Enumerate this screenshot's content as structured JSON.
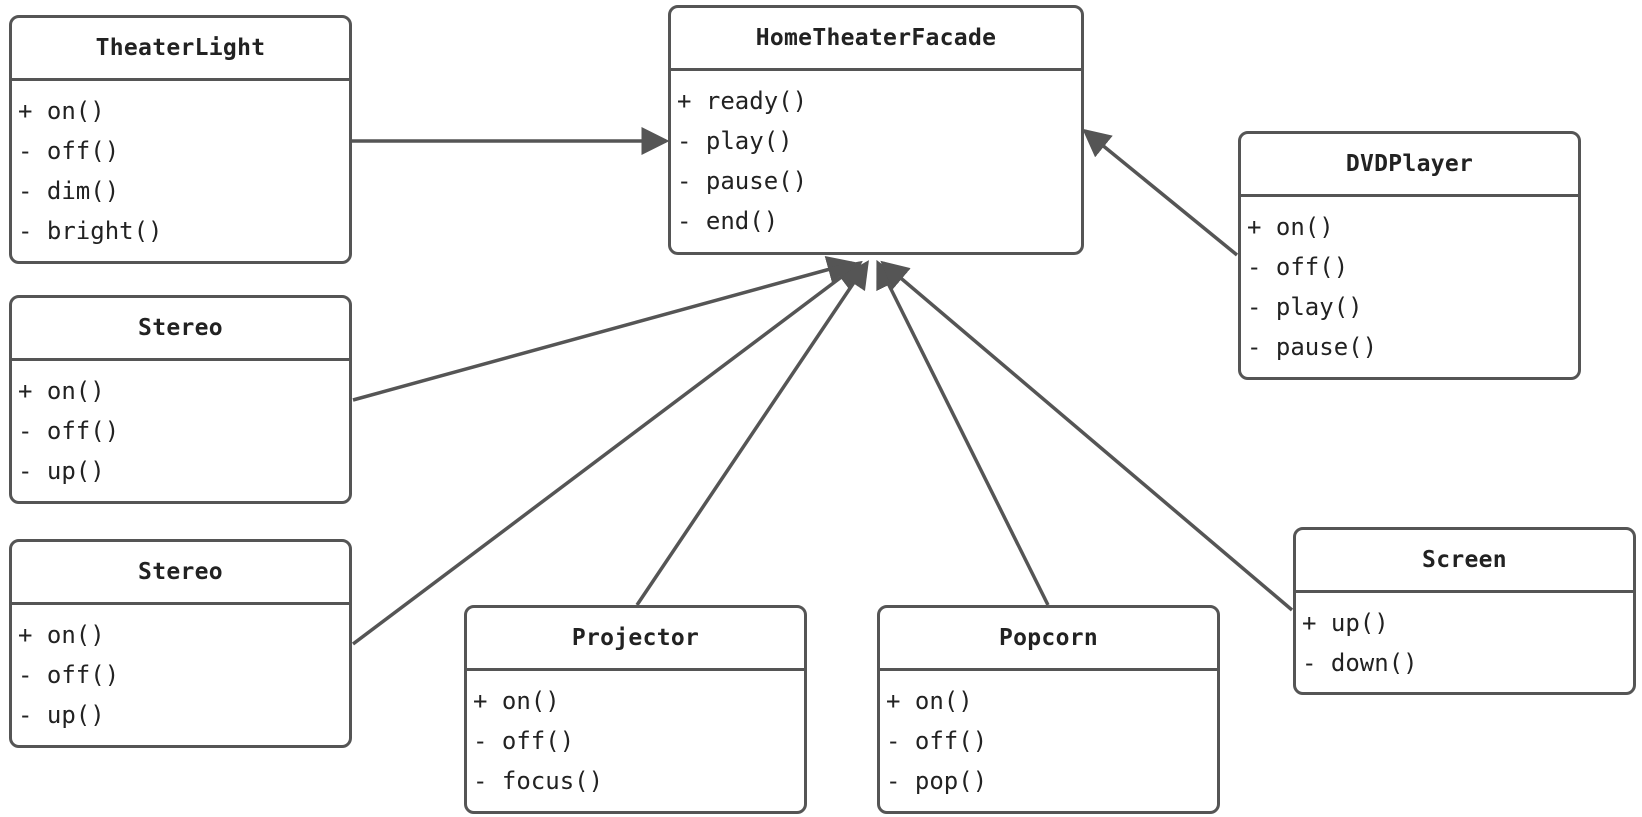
{
  "diagram": {
    "facade": {
      "name": "HomeTheaterFacade",
      "methods": [
        "+ ready()",
        "- play()",
        "- pause()",
        "- end()"
      ]
    },
    "classes": {
      "theater_light": {
        "name": "TheaterLight",
        "methods": [
          "+ on()",
          "- off()",
          "- dim()",
          "- bright()"
        ]
      },
      "stereo_1": {
        "name": "Stereo",
        "methods": [
          "+ on()",
          "- off()",
          "- up()"
        ]
      },
      "stereo_2": {
        "name": "Stereo",
        "methods": [
          "+ on()",
          "- off()",
          "- up()"
        ]
      },
      "projector": {
        "name": "Projector",
        "methods": [
          "+ on()",
          "- off()",
          "- focus()"
        ]
      },
      "popcorn": {
        "name": "Popcorn",
        "methods": [
          "+ on()",
          "- off()",
          "- pop()"
        ]
      },
      "dvd_player": {
        "name": "DVDPlayer",
        "methods": [
          "+ on()",
          "- off()",
          "- play()",
          "- pause()"
        ]
      },
      "screen": {
        "name": "Screen",
        "methods": [
          "+ up()",
          "- down()"
        ]
      }
    },
    "edges": [
      {
        "from": "theater_light",
        "to": "facade"
      },
      {
        "from": "stereo_1",
        "to": "facade"
      },
      {
        "from": "stereo_2",
        "to": "facade"
      },
      {
        "from": "projector",
        "to": "facade"
      },
      {
        "from": "popcorn",
        "to": "facade"
      },
      {
        "from": "screen",
        "to": "facade"
      },
      {
        "from": "dvd_player",
        "to": "facade"
      }
    ],
    "colors": {
      "stroke": "#555555",
      "text": "#222222",
      "background": "#ffffff"
    }
  }
}
